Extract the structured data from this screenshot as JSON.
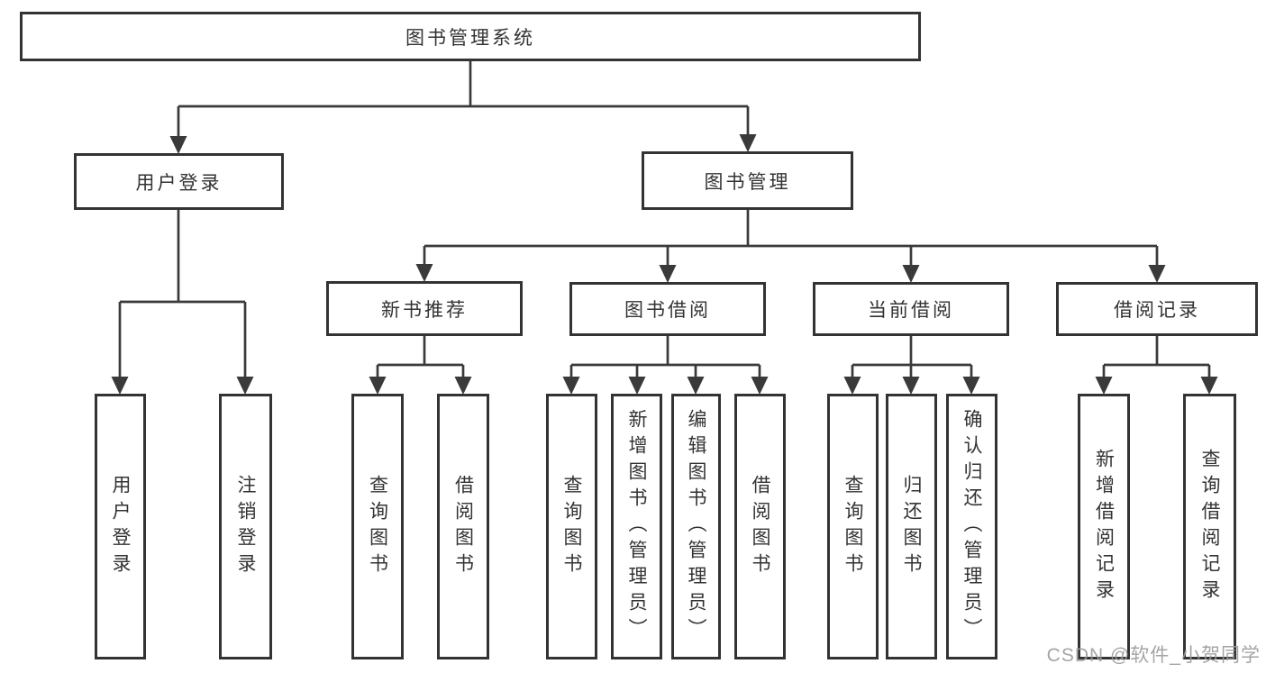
{
  "nodes": {
    "root": "图书管理系统",
    "level2": [
      "用户登录",
      "图书管理"
    ],
    "level3": [
      "新书推荐",
      "图书借阅",
      "当前借阅",
      "借阅记录"
    ],
    "leaves": [
      "用户登录",
      "注销登录",
      "查询图书",
      "借阅图书",
      "查询图书",
      "新增图书（管理员）",
      "编辑图书（管理员）",
      "借阅图书",
      "查询图书",
      "归还图书",
      "确认归还（管理员）",
      "新增借阅记录",
      "查询借阅记录"
    ],
    "watermark": "CSDN @软件_小贺同学"
  },
  "colors": {
    "line": "#3a3a3a",
    "box_border": "#333333",
    "text": "#333333",
    "watermark": "#9b9b9b",
    "background": "#ffffff"
  }
}
